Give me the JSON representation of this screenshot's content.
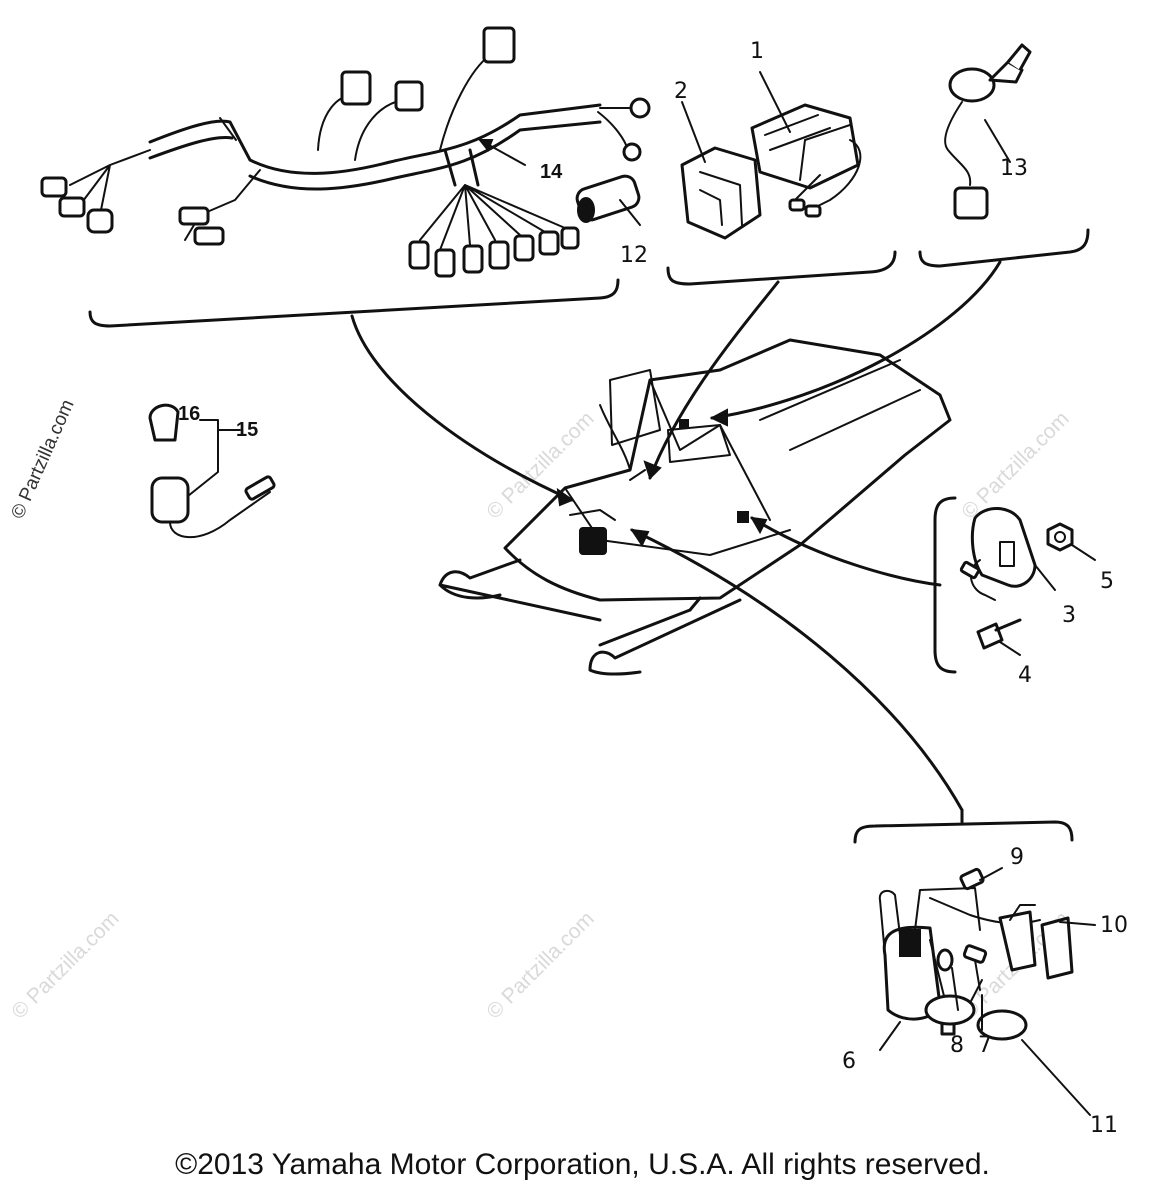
{
  "callouts": {
    "c1": "1",
    "c2": "2",
    "c3": "3",
    "c4": "4",
    "c5": "5",
    "c6": "6",
    "c7": "7",
    "c8": "8",
    "c9": "9",
    "c10": "10",
    "c11": "11",
    "c12": "12",
    "c13": "13",
    "c14": "14",
    "c15": "15",
    "c16": "16"
  },
  "watermark": "© Partzilla.com",
  "copyright": "©2013 Yamaha Motor Corporation, U.S.A. All rights reserved."
}
